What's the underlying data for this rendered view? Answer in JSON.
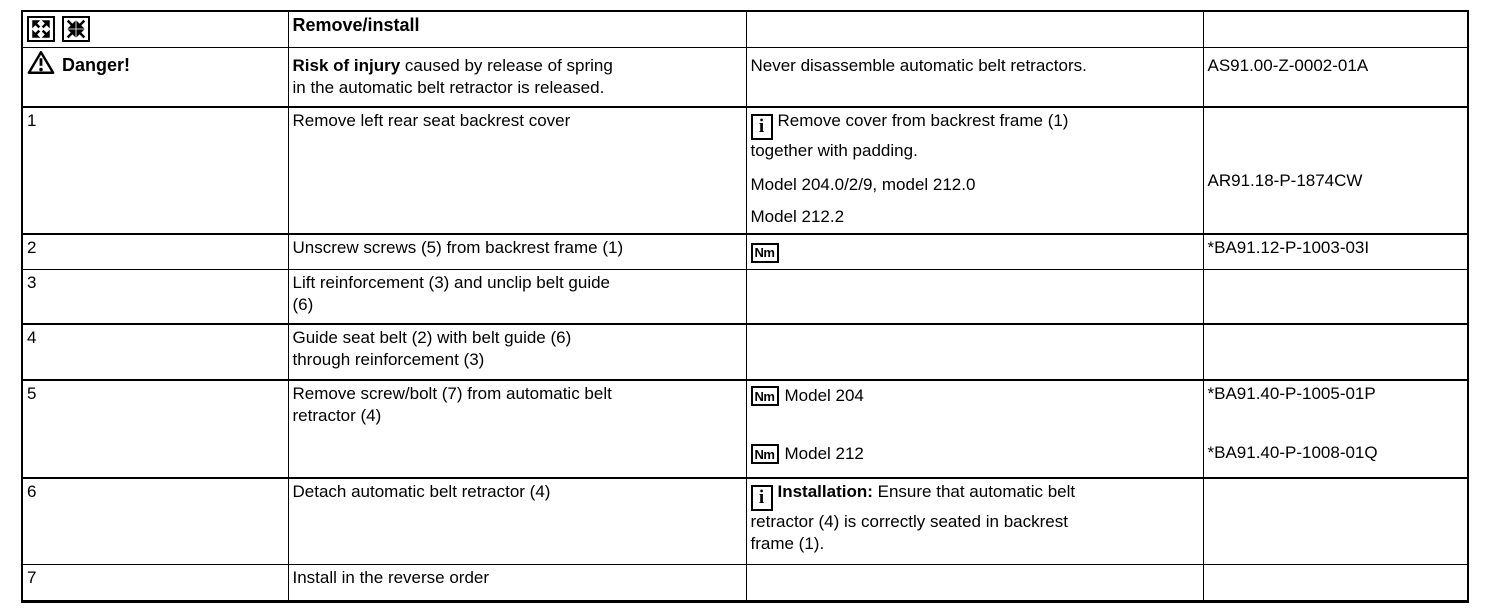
{
  "colors": {
    "border": "#000000",
    "background": "#ffffff",
    "text": "#000000"
  },
  "header": {
    "title": "Remove/install",
    "icons": [
      "expand-icon",
      "collapse-icon"
    ]
  },
  "danger": {
    "label": "Danger!",
    "warning_bold": "Risk of injury",
    "warning_lines": [
      "  caused by release of spring",
      "in the automatic belt retractor is released."
    ],
    "note": "Never disassemble automatic belt retractors.",
    "ref": "AS91.00-Z-0002-01A"
  },
  "steps": [
    {
      "num": "1",
      "instruction": [
        "Remove left rear seat backrest cover"
      ],
      "note_icon": "info-icon",
      "note_lines": [
        "Remove cover from backrest frame (1)",
        "together with padding."
      ],
      "model_line_1": "Model 204.0/2/9, model 212.0",
      "model_line_2": "Model 212.2",
      "ref": "AR91.18-P-1874CW"
    },
    {
      "num": "2",
      "instruction": [
        "Unscrew screws (5) from backrest frame (1)"
      ],
      "note_icon": "nm-icon",
      "ref": "*BA91.12-P-1003-03I"
    },
    {
      "num": "3",
      "instruction": [
        "Lift reinforcement (3) and unclip belt guide",
        "(6)"
      ]
    },
    {
      "num": "4",
      "instruction": [
        "Guide seat belt (2) with belt guide (6)",
        "through reinforcement (3)"
      ]
    },
    {
      "num": "5",
      "instruction": [
        "Remove screw/bolt (7) from automatic belt",
        "retractor (4)"
      ],
      "entries": [
        {
          "icon": "nm-icon",
          "model": "Model 204",
          "ref": "*BA91.40-P-1005-01P"
        },
        {
          "icon": "nm-icon",
          "model": "Model 212",
          "ref": "*BA91.40-P-1008-01Q"
        }
      ]
    },
    {
      "num": "6",
      "instruction": [
        "Detach automatic belt retractor (4)"
      ],
      "note_icon": "info-icon",
      "note_label": "Installation:",
      "note_lines": [
        " Ensure that automatic belt",
        "retractor (4) is correctly seated in backrest",
        "frame (1)."
      ]
    },
    {
      "num": "7",
      "instruction": [
        "Install in the reverse order"
      ]
    }
  ],
  "icon_glyphs": {
    "info": "i",
    "nm": "Nm"
  }
}
